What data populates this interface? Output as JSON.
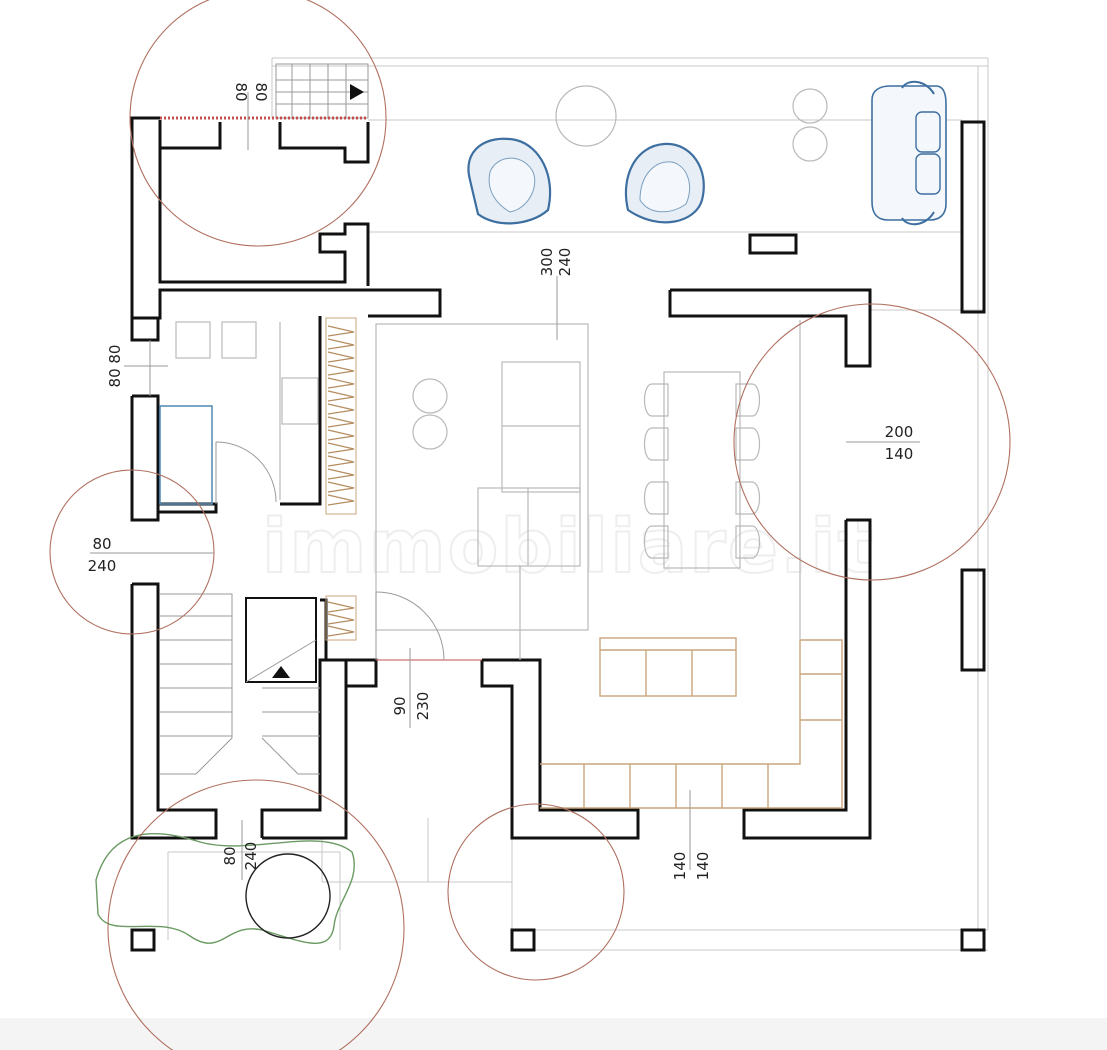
{
  "watermark": "immobiliare.it",
  "dimensions": {
    "top_stair_window": [
      "80",
      "80"
    ],
    "bath_window": "80 80",
    "entry_left": [
      "80",
      "240"
    ],
    "living_top": [
      "300",
      "240"
    ],
    "right_window": [
      "200",
      "140"
    ],
    "kitchen_door": [
      "90",
      "230"
    ],
    "bottom_stair": [
      "80",
      "240"
    ],
    "bottom_right": [
      "140",
      "140"
    ]
  }
}
